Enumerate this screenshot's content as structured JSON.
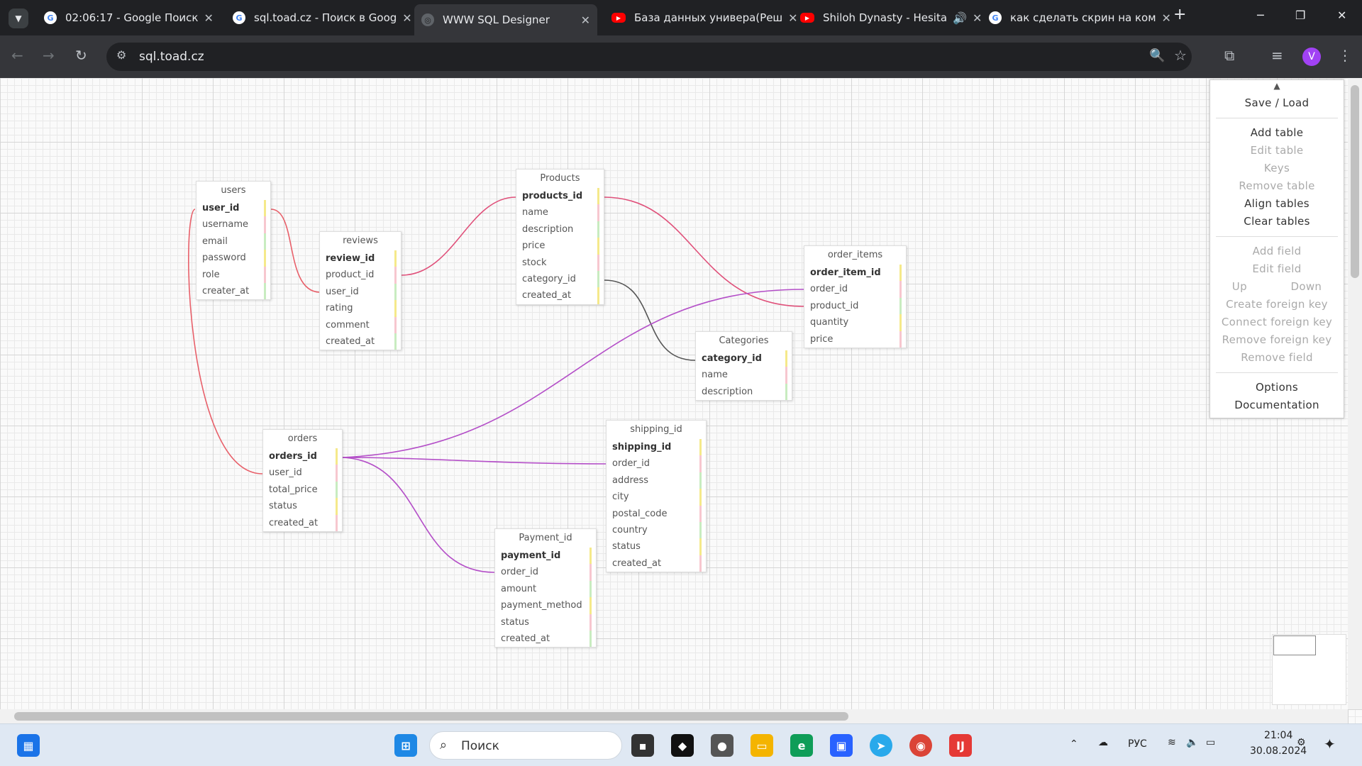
{
  "browser": {
    "tabs": [
      {
        "title": "02:06:17 - Google Поиск",
        "favicon": "google-icon"
      },
      {
        "title": "sql.toad.cz - Поиск в Goog",
        "favicon": "google-icon"
      },
      {
        "title": "WWW SQL Designer",
        "favicon": "globe-icon"
      },
      {
        "title": "База данных универа(Реш",
        "favicon": "youtube-icon"
      },
      {
        "title": "Shiloh Dynasty - Hesita",
        "favicon": "youtube-icon"
      },
      {
        "title": "как сделать скрин на ком",
        "favicon": "google-icon"
      }
    ],
    "url": "sql.toad.cz",
    "profile_initial": "V"
  },
  "tables": [
    {
      "name": "users",
      "fields": [
        "user_id",
        "username",
        "email",
        "password",
        "role",
        "creater_at"
      ]
    },
    {
      "name": "reviews",
      "fields": [
        "review_id",
        "product_id",
        "user_id",
        "rating",
        "comment",
        "created_at"
      ]
    },
    {
      "name": "Products",
      "fields": [
        "products_id",
        "name",
        "description",
        "price",
        "stock",
        "category_id",
        "created_at"
      ]
    },
    {
      "name": "order_items",
      "fields": [
        "order_item_id",
        "order_id",
        "product_id",
        "quantity",
        "price"
      ]
    },
    {
      "name": "Categories",
      "fields": [
        "category_id",
        "name",
        "description"
      ]
    },
    {
      "name": "orders",
      "fields": [
        "orders_id",
        "user_id",
        "total_price",
        "status",
        "created_at"
      ]
    },
    {
      "name": "shipping_id",
      "fields": [
        "shipping_id",
        "order_id",
        "address",
        "city",
        "postal_code",
        "country",
        "status",
        "created_at"
      ]
    },
    {
      "name": "Payment_id",
      "fields": [
        "payment_id",
        "order_id",
        "amount",
        "payment_method",
        "status",
        "created_at"
      ]
    }
  ],
  "menu": {
    "save_load": "Save / Load",
    "add_table": "Add table",
    "edit_table": "Edit table",
    "keys": "Keys",
    "remove_table": "Remove table",
    "align_tables": "Align tables",
    "clear_tables": "Clear tables",
    "add_field": "Add field",
    "edit_field": "Edit field",
    "up": "Up",
    "down": "Down",
    "create_fk": "Create foreign key",
    "connect_fk": "Connect foreign key",
    "remove_fk": "Remove foreign key",
    "remove_field": "Remove field",
    "options": "Options",
    "documentation": "Documentation"
  },
  "taskbar": {
    "search_placeholder": "Поиск",
    "lang": "РУС",
    "time": "21:04",
    "date": "30.08.2024"
  },
  "colors": {
    "link_red": "#e8606a",
    "link_pink": "#e0507a",
    "link_purple": "#b44fc8",
    "link_dark": "#555555"
  }
}
